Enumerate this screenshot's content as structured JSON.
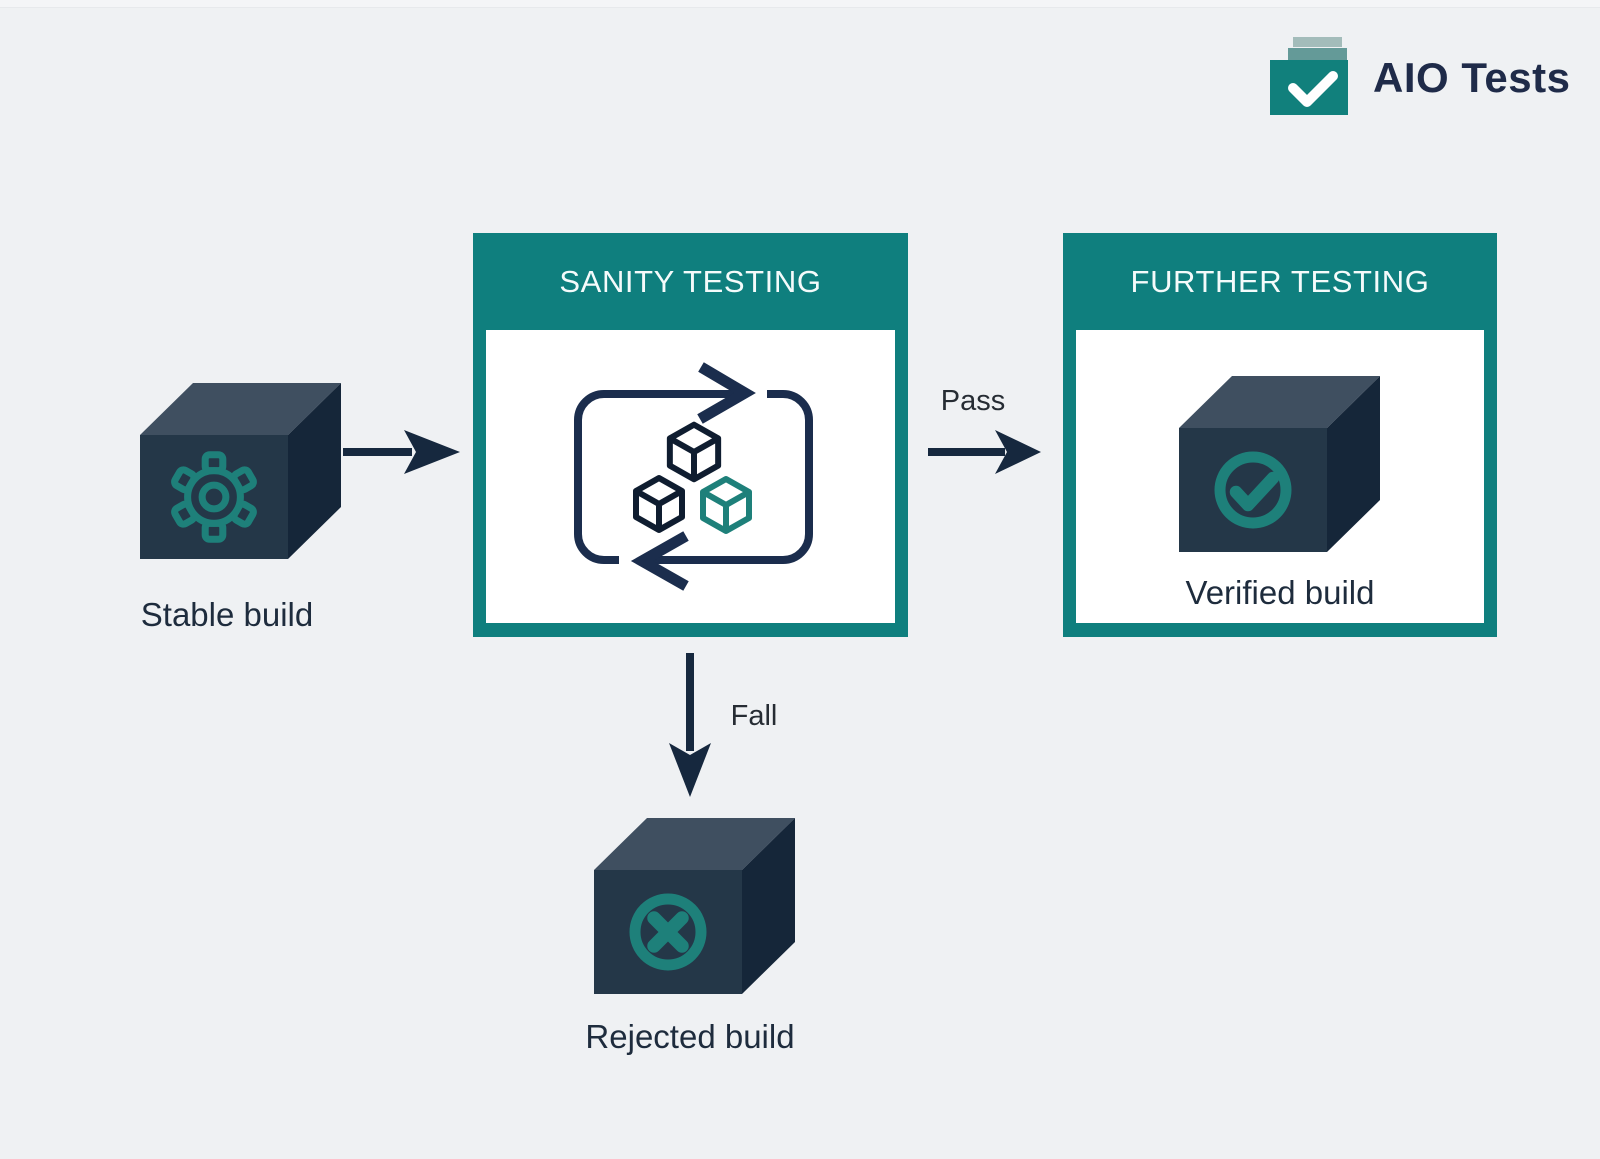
{
  "logo": {
    "text": "AIO Tests",
    "text_color": "#1F2B49",
    "square_color": "#11807C",
    "bar_top_color": "#A3BCBA",
    "bar_middle_color": "#649A98",
    "check_color": "#FFFFFF",
    "check_icon": "checkmark-icon"
  },
  "palette": {
    "background": "#EFF1F3",
    "teal": "#0F7F7E",
    "teal_icon": "#1E807A",
    "panel": "#FFFFFF",
    "header_text": "#F4FBFB",
    "ink": "#1B2D4D",
    "wire_dark": "#0F1D30",
    "arrow": "#16283E",
    "cube_top": "#3F4F60",
    "cube_front": "#243748",
    "cube_right": "#152639",
    "label_text": "#1E2C3D",
    "edge_label_text": "#262C33"
  },
  "nodes": {
    "stable": {
      "label": "Stable build",
      "icon": "gear-icon"
    },
    "sanity": {
      "title": "SANITY TESTING",
      "icon": "regression-cycle-cubes-icon"
    },
    "further": {
      "title": "FURTHER TESTING",
      "build_label": "Verified build",
      "icon": "check-circle-icon"
    },
    "rejected": {
      "label": "Rejected build",
      "icon": "x-circle-icon"
    }
  },
  "edges": {
    "stable_to_sanity": {
      "type": "arrow-right"
    },
    "pass": {
      "label": "Pass",
      "type": "arrow-right"
    },
    "fall": {
      "label": "Fall",
      "type": "arrow-down"
    }
  }
}
